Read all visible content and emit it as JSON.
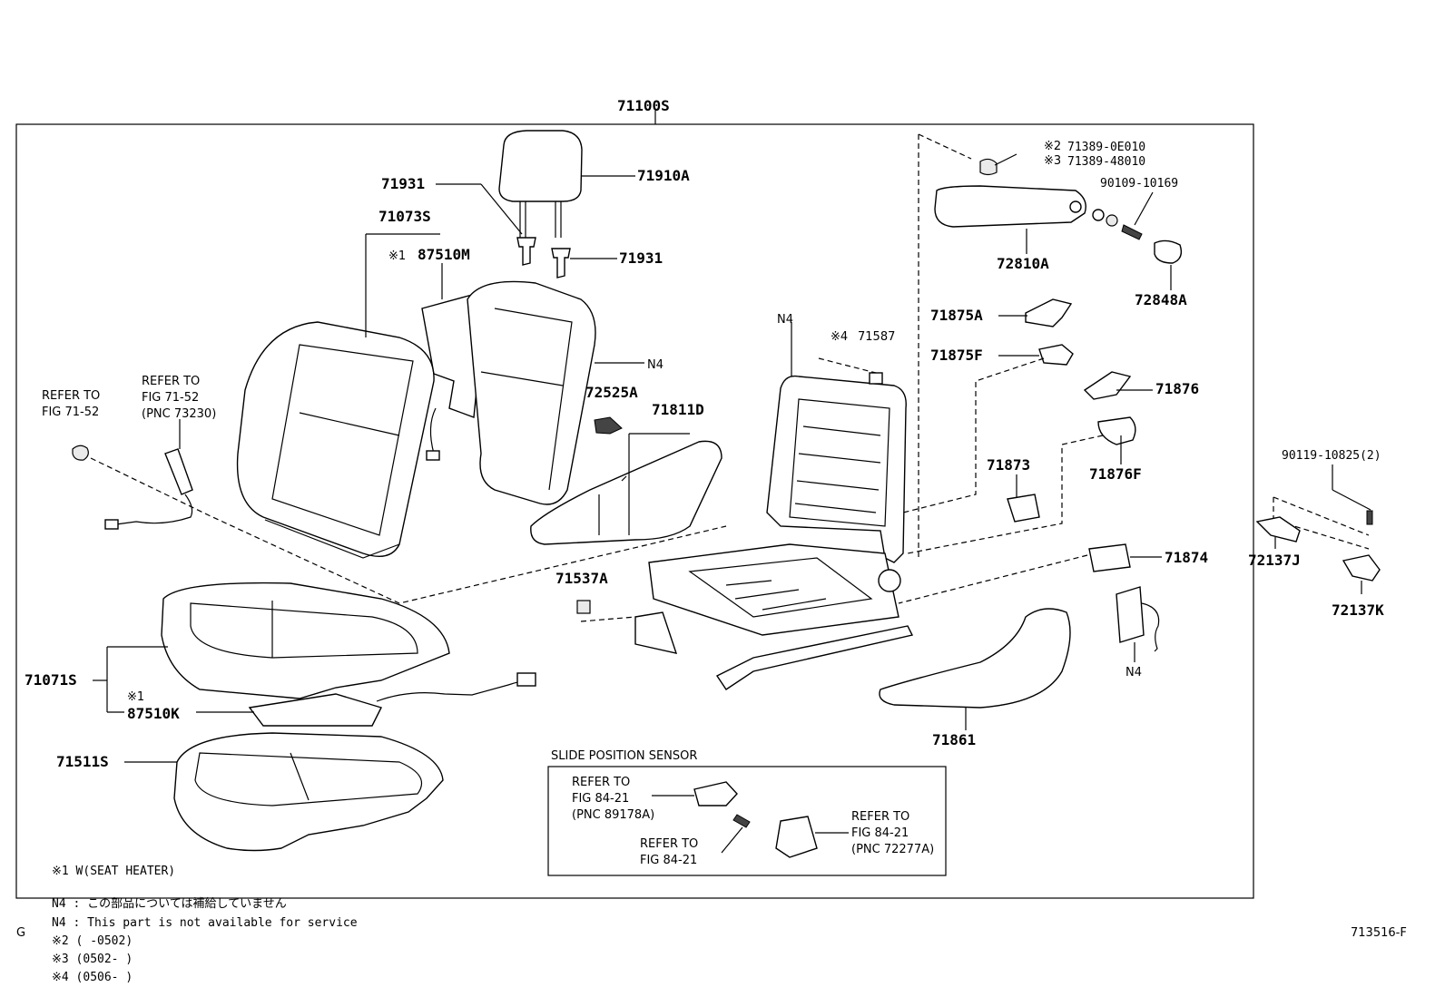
{
  "assembly_label": "71100S",
  "labels": {
    "p71910A": "71910A",
    "p71931_a": "71931",
    "p71931_b": "71931",
    "p71073S": "71073S",
    "p87510M_mark": "※1",
    "p87510M": "87510M",
    "n4_back": "N4",
    "p72525A": "72525A",
    "p71811D": "71811D",
    "n4_frame": "N4",
    "p71587_mark": "※4",
    "p71587": "71587",
    "p71389_0E010_mark": "※2",
    "p71389_0E010": "71389-0E010",
    "p71389_48010_mark": "※3",
    "p71389_48010": "71389-48010",
    "p90109_10169": "90109-10169",
    "p72810A": "72810A",
    "p72848A": "72848A",
    "p71875A": "71875A",
    "p71875F": "71875F",
    "p71876": "71876",
    "p71876F": "71876F",
    "p71873": "71873",
    "p71874": "71874",
    "p90119_10825": "90119-10825(2)",
    "p72137J": "72137J",
    "p72137K": "72137K",
    "p71537A": "71537A",
    "p71071S": "71071S",
    "p87510K_mark": "※1",
    "p87510K": "87510K",
    "p71511S": "71511S",
    "p71861": "71861",
    "n4_side": "N4"
  },
  "refers": {
    "left_a": [
      "REFER TO",
      "FIG 71-52"
    ],
    "left_b": [
      "REFER TO",
      "FIG 71-52",
      "(PNC 73230)"
    ]
  },
  "sensor_box": {
    "title": "SLIDE POSITION SENSOR",
    "ref_a": [
      "REFER TO",
      "FIG 84-21",
      "(PNC 89178A)"
    ],
    "ref_b": [
      "REFER TO",
      "FIG 84-21"
    ],
    "ref_c": [
      "REFER TO",
      "FIG 84-21",
      "(PNC 72277A)"
    ]
  },
  "legend_in_box": "※1  W(SEAT HEATER)",
  "notes": [
    "N4 : この部品については補給していません",
    "N4 : This part is not available for service",
    "※2  (     -0502)",
    "※3  (0502-     )",
    "※4  (0506-     )"
  ],
  "corner_left": "G",
  "figure_code": "713516-F"
}
